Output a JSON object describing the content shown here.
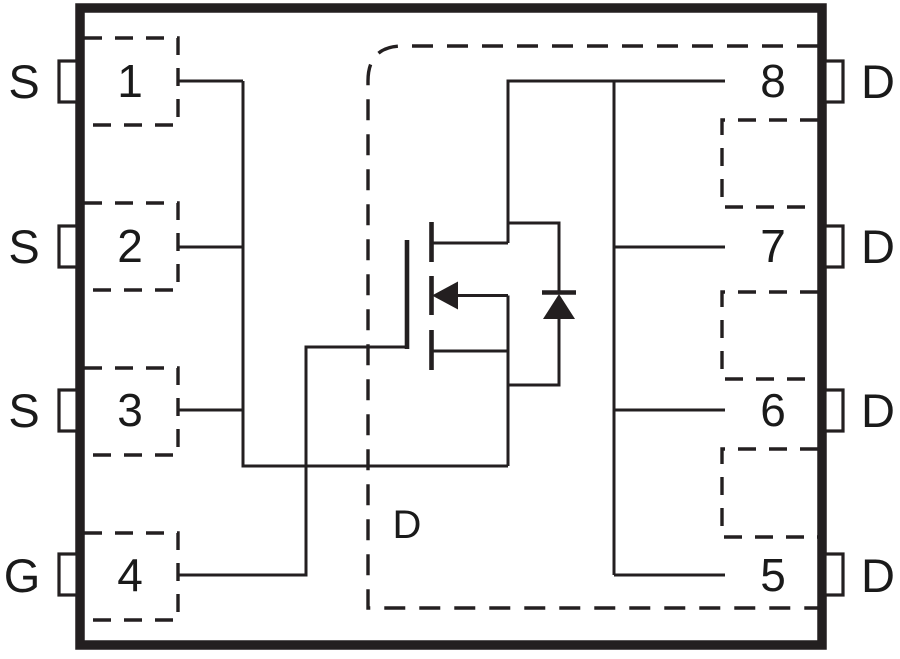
{
  "diagram_kind": "mosfet-package-pinout-schematic",
  "colors": {
    "line": "#231f20",
    "text": "#1a1a1a",
    "background": "#ffffff"
  },
  "left_pins": [
    {
      "number": "1",
      "label": "S"
    },
    {
      "number": "2",
      "label": "S"
    },
    {
      "number": "3",
      "label": "S"
    },
    {
      "number": "4",
      "label": "G"
    }
  ],
  "right_pins": [
    {
      "number": "8",
      "label": "D"
    },
    {
      "number": "7",
      "label": "D"
    },
    {
      "number": "6",
      "label": "D"
    },
    {
      "number": "5",
      "label": "D"
    }
  ],
  "region_label": "D"
}
